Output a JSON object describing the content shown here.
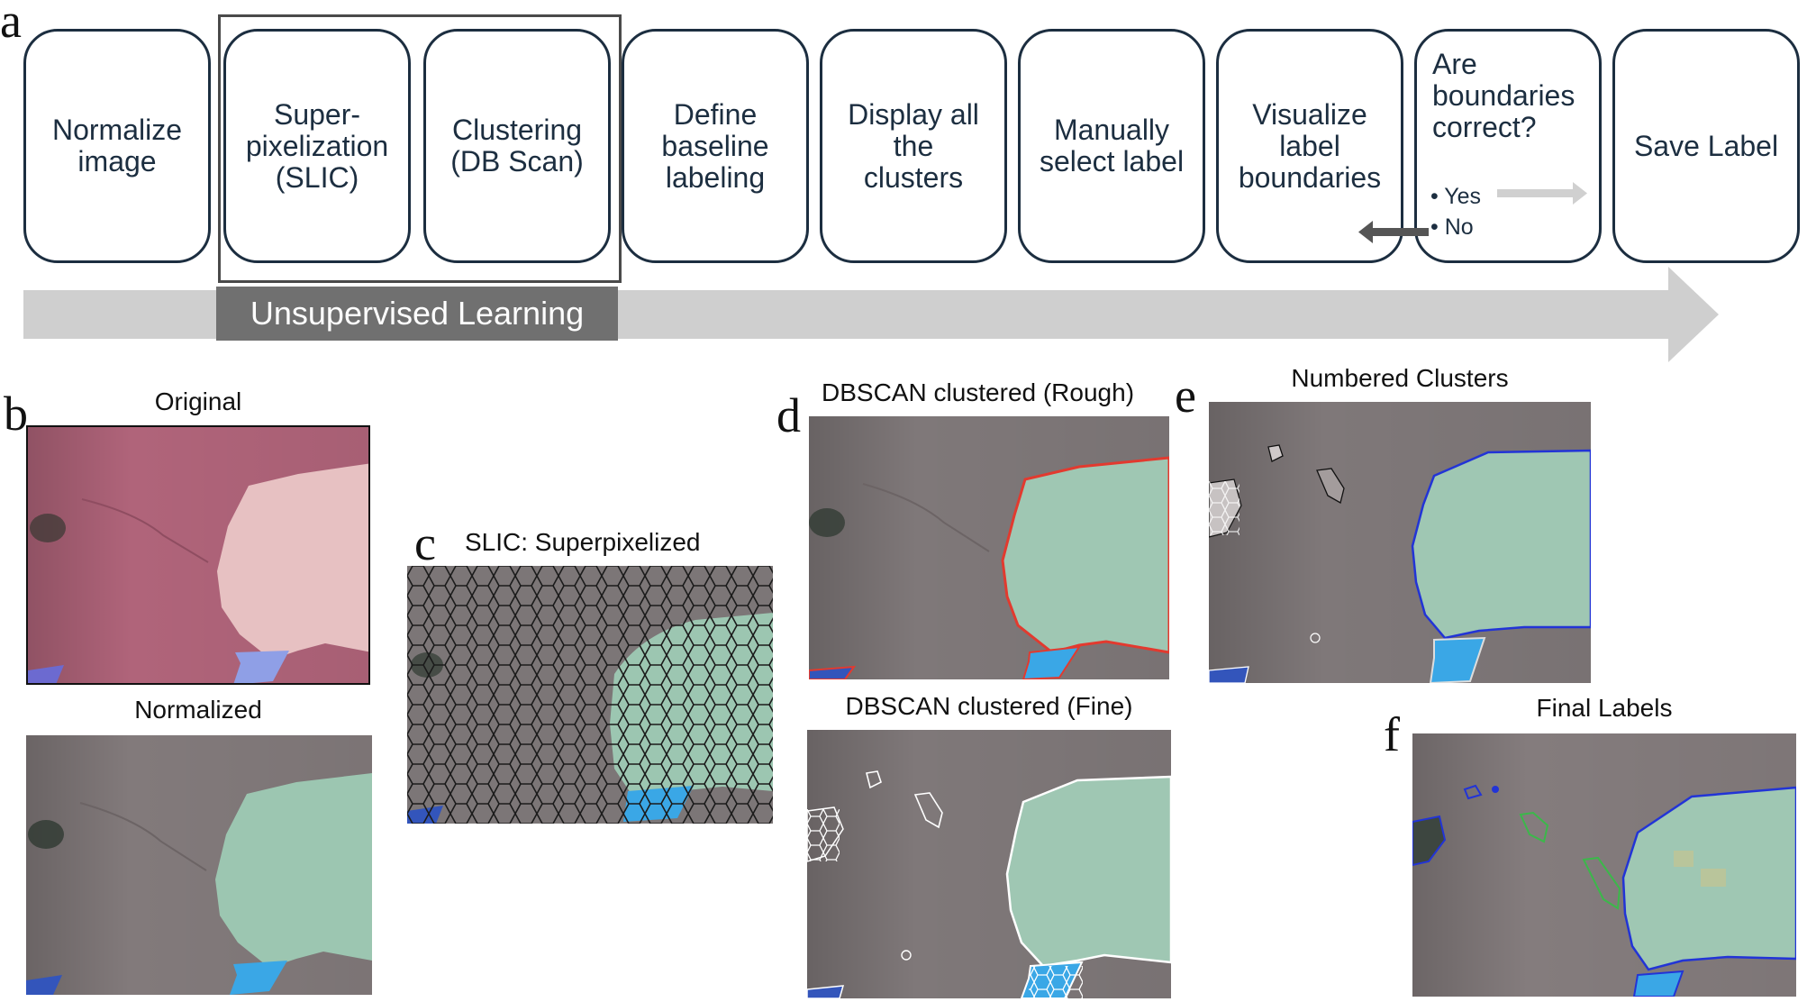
{
  "panel_letters": {
    "a": "a",
    "b": "b",
    "c": "c",
    "d": "d",
    "e": "e",
    "f": "f"
  },
  "workflow": {
    "steps": [
      {
        "label": "Normalize\nimage"
      },
      {
        "label": "Super-\npixelization\n(SLIC)"
      },
      {
        "label": "Clustering\n(DB Scan)"
      },
      {
        "label": "Define\nbaseline\nlabeling"
      },
      {
        "label": "Display all\nthe\nclusters"
      },
      {
        "label": "Manually\nselect label"
      },
      {
        "label": "Visualize\nlabel\nboundaries"
      },
      {
        "label": ""
      },
      {
        "label": "Save Label"
      }
    ],
    "decision": {
      "question": "Are\nboundaries\ncorrect?",
      "yes": "• Yes",
      "no": "• No"
    },
    "group_label": "Unsupervised Learning"
  },
  "captions": {
    "original": "Original",
    "normalized": "Normalized",
    "slic": "SLIC: Superpixelized",
    "dbscan_rough": "DBSCAN clustered (Rough)",
    "dbscan_fine": "DBSCAN clustered (Fine)",
    "numbered": "Numbered Clusters",
    "final": "Final Labels"
  },
  "colors": {
    "box_border": "#1c2e40",
    "arrow_band": "#cfcfcf",
    "group_label_bg": "#707070",
    "yes_arrow": "#d0d0d0",
    "no_arrow": "#555555",
    "substrate_pink": "#b0647a",
    "flake_pink": "#e7bfc0",
    "substrate_gray": "#7f7879",
    "flake_green": "#9fc7b3",
    "thin_blue": "#3aa7e6",
    "outline_red": "#e23a2f",
    "outline_blue": "#2234d6",
    "outline_green": "#3bb84a"
  }
}
